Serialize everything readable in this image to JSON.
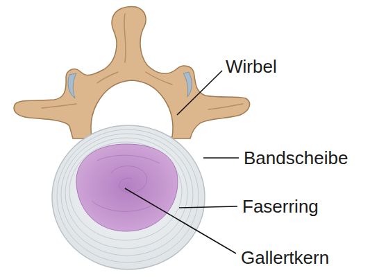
{
  "diagram": {
    "labels": [
      "Wirbel",
      "Bandscheibe",
      "Faserring",
      "Gallertkern"
    ]
  }
}
